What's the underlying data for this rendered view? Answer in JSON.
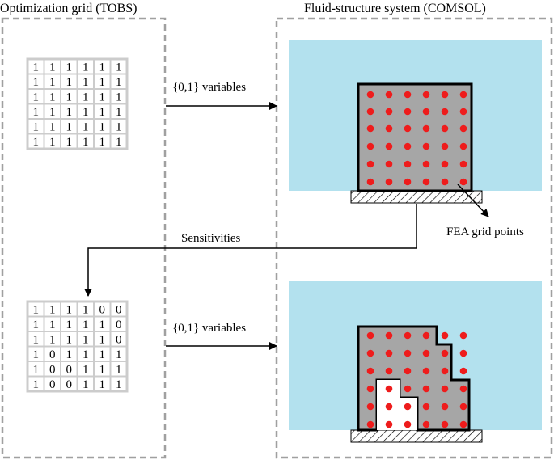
{
  "left_panel_title": "Optimization grid (TOBS)",
  "right_panel_title": "Fluid-structure system (COMSOL)",
  "arrow_top_label": "{0,1} variables",
  "arrow_bottom_label": "{0,1} variables",
  "sensitivities_label": "Sensitivities",
  "fea_label": "FEA grid points",
  "grid_top": [
    [
      "1",
      "1",
      "1",
      "1",
      "1",
      "1"
    ],
    [
      "1",
      "1",
      "1",
      "1",
      "1",
      "1"
    ],
    [
      "1",
      "1",
      "1",
      "1",
      "1",
      "1"
    ],
    [
      "1",
      "1",
      "1",
      "1",
      "1",
      "1"
    ],
    [
      "1",
      "1",
      "1",
      "1",
      "1",
      "1"
    ],
    [
      "1",
      "1",
      "1",
      "1",
      "1",
      "1"
    ]
  ],
  "grid_bottom": [
    [
      "1",
      "1",
      "1",
      "1",
      "0",
      "0"
    ],
    [
      "1",
      "1",
      "1",
      "1",
      "1",
      "0"
    ],
    [
      "1",
      "1",
      "1",
      "1",
      "1",
      "0"
    ],
    [
      "1",
      "0",
      "1",
      "1",
      "1",
      "1"
    ],
    [
      "1",
      "0",
      "0",
      "1",
      "1",
      "1"
    ],
    [
      "1",
      "0",
      "0",
      "1",
      "1",
      "1"
    ]
  ],
  "colors": {
    "fluid": "#b3e1ee",
    "solid": "#a6a6a6",
    "point": "#ee1c1c",
    "panel_border": "#a0a0a0",
    "grid_line": "#cccccc"
  }
}
